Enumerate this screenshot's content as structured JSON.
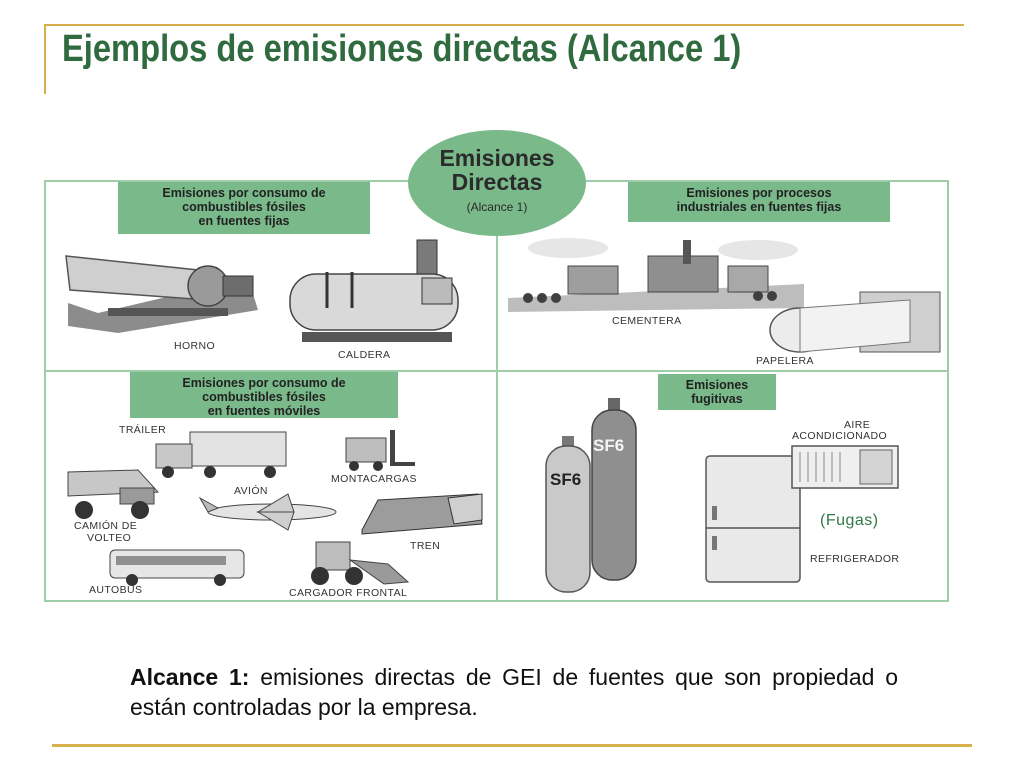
{
  "slide": {
    "title": "Ejemplos de emisiones directas (Alcance 1)"
  },
  "diagram": {
    "center": {
      "line1": "Emisiones",
      "line2": "Directas",
      "line3": "(Alcance 1)"
    },
    "quadrants": {
      "fixed_fuel": {
        "lines": [
          "Emisiones por consumo de",
          "combustibles fósiles",
          "en fuentes fijas"
        ]
      },
      "industrial": {
        "lines": [
          "Emisiones por procesos",
          "industriales en fuentes fijas"
        ]
      },
      "mobile_fuel": {
        "lines": [
          "Emisiones por consumo de",
          "combustibles fósiles",
          "en fuentes móviles"
        ]
      },
      "fugitive": {
        "lines": [
          "Emisiones",
          "fugitivas"
        ]
      }
    },
    "labels": {
      "horno": "HORNO",
      "caldera": "CALDERA",
      "cementera": "CEMENTERA",
      "papelera": "PAPELERA",
      "trailer": "TRÁILER",
      "montacargas": "MONTACARGAS",
      "avion": "AVIÓN",
      "camion1": "CAMIÓN DE",
      "camion2": "VOLTEO",
      "tren": "TREN",
      "autobus": "AUTOBÚS",
      "cargador": "CARGADOR FRONTAL",
      "aire1": "AIRE",
      "aire2": "ACONDICIONADO",
      "fugas": "(Fugas)",
      "refrigerador": "REFRIGERADOR",
      "sf6_a": "SF6",
      "sf6_b": "SF6"
    }
  },
  "caption": {
    "bold": "Alcance 1:",
    "text": " emisiones directas de GEI de fuentes que son propiedad o están controladas por la empresa."
  }
}
